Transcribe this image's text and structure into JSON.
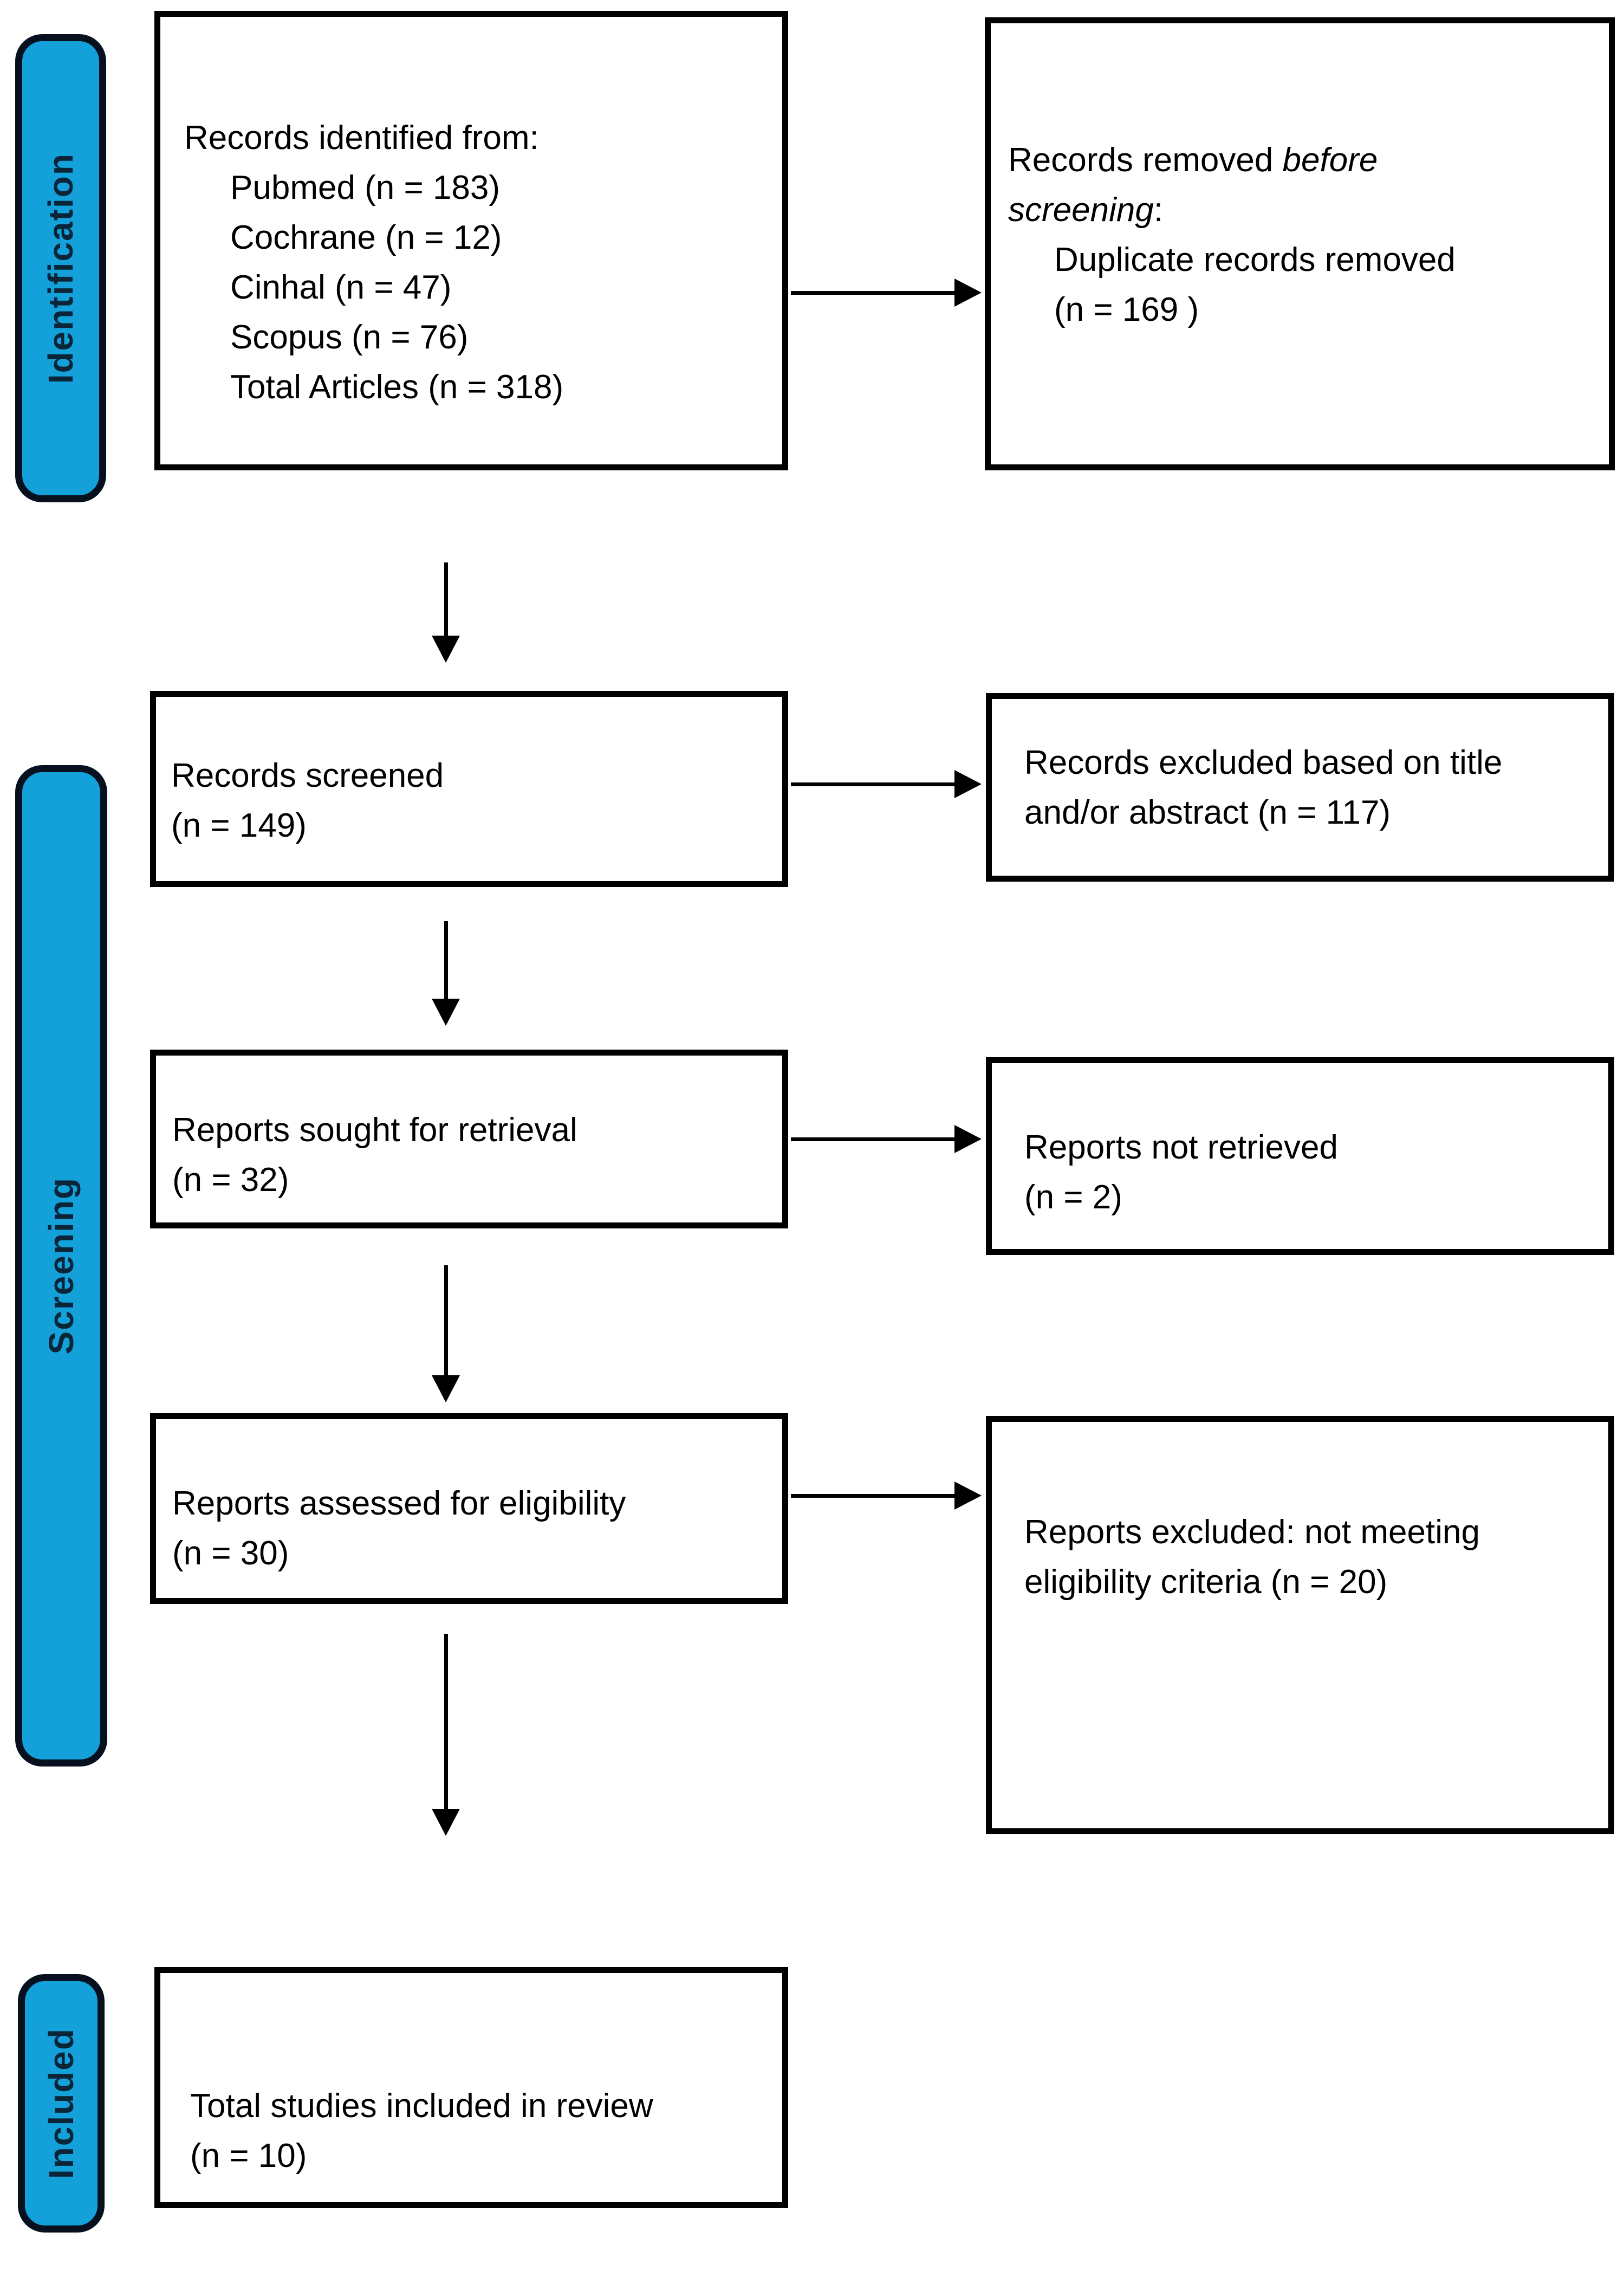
{
  "diagram_type": "PRISMA flow diagram",
  "colors": {
    "background": "#FFFFFF",
    "stage_fill": "#14A0D8",
    "stage_border": "#06101F",
    "stage_text": "#0A2438",
    "box_border": "#000000",
    "box_text": "#000000",
    "arrow": "#000000"
  },
  "stages": {
    "identification": "Identification",
    "screening": "Screening",
    "included": "Included"
  },
  "boxes": {
    "identified": {
      "title": "Records identified from:",
      "items": [
        "Pubmed (n = 183)",
        "Cochrane (n = 12)",
        "Cinhal (n = 47)",
        "Scopus (n = 76)",
        "Total Articles (n = 318)"
      ]
    },
    "removed": {
      "line1": {
        "normal": "Records removed ",
        "italic": "before"
      },
      "line2": {
        "italic": "screening",
        "normal": ":"
      },
      "item1": "Duplicate records removed",
      "item2": "(n = 169 )"
    },
    "screened": {
      "line1": "Records screened",
      "line2": "(n = 149)"
    },
    "excluded_title": {
      "line1": "Records excluded based on title",
      "line2": "and/or abstract (n = 117)"
    },
    "sought": {
      "line1": "Reports sought for retrieval",
      "line2": "(n = 32)"
    },
    "not_retrieved": {
      "line1": "Reports not retrieved",
      "line2": "(n = 2)"
    },
    "assessed": {
      "line1": "Reports assessed for eligibility",
      "line2": "(n = 30)"
    },
    "excluded_eligibility": {
      "line1": "Reports excluded: not meeting",
      "line2": "eligibility criteria (n = 20)"
    },
    "included_review": {
      "line1": "Total studies included in review",
      "line2": "(n = 10)"
    }
  }
}
